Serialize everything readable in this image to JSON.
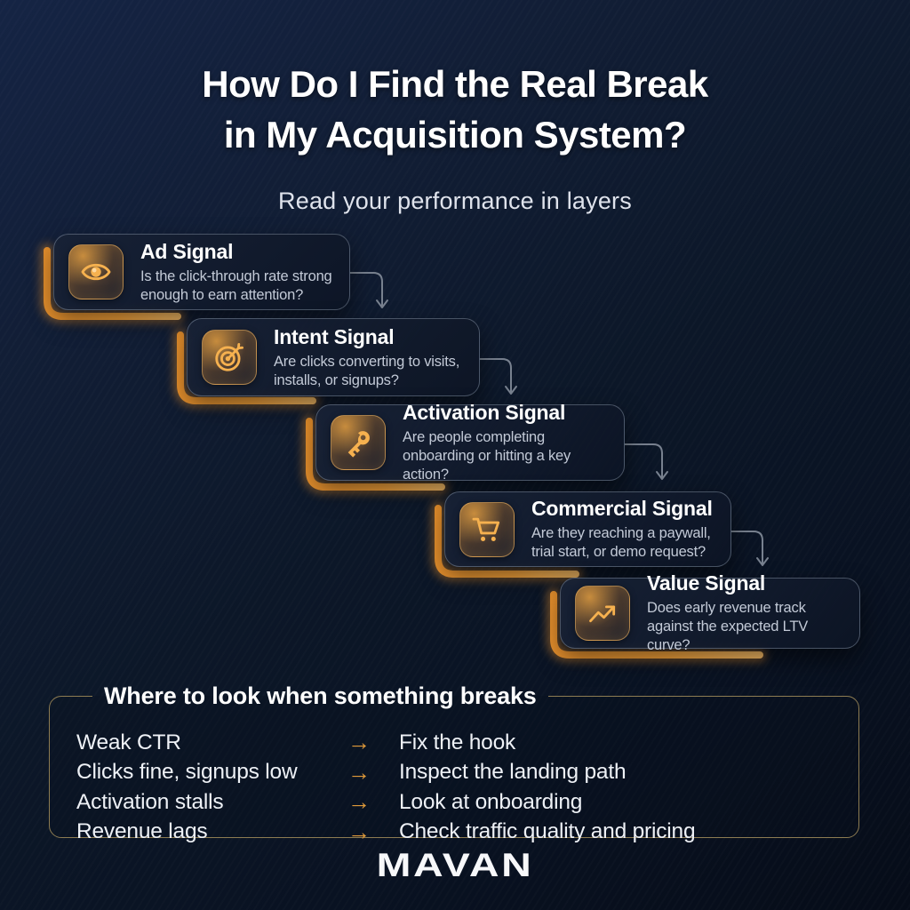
{
  "header": {
    "title_line1": "How Do I Find the Real Break",
    "title_line2": "in My Acquisition System?",
    "subtitle": "Read your performance in layers"
  },
  "cascade": {
    "cards": [
      {
        "icon": "eye-icon",
        "title": "Ad Signal",
        "description": "Is the click-through rate strong enough to earn attention?"
      },
      {
        "icon": "target-icon",
        "title": "Intent Signal",
        "description": "Are clicks converting to visits, installs, or signups?"
      },
      {
        "icon": "key-icon",
        "title": "Activation Signal",
        "description": "Are people completing onboarding or hitting a key action?"
      },
      {
        "icon": "cart-icon",
        "title": "Commercial Signal",
        "description": "Are they reaching a paywall, trial start, or demo request?"
      },
      {
        "icon": "trend-up-icon",
        "title": "Value Signal",
        "description": "Does early revenue track against the expected LTV curve?"
      }
    ]
  },
  "breaks_panel": {
    "title": "Where to look when something breaks",
    "arrow_glyph": "→",
    "rows": [
      {
        "problem": "Weak CTR",
        "action": "Fix the hook"
      },
      {
        "problem": "Clicks fine, signups low",
        "action": "Inspect the landing path"
      },
      {
        "problem": "Activation stalls",
        "action": "Look at onboarding"
      },
      {
        "problem": "Revenue lags",
        "action": "Check traffic quality and pricing"
      }
    ]
  },
  "footer": {
    "brand": "MAVAN"
  },
  "colors": {
    "accent_orange": "#F7A53C",
    "icon_gold": "#F6B14F",
    "connector_gray": "#78818F",
    "panel_border_gold": "#8D7C52",
    "background_navy": "#0C1626",
    "text_primary": "#FFFFFF",
    "text_secondary": "#C3CAD7"
  }
}
